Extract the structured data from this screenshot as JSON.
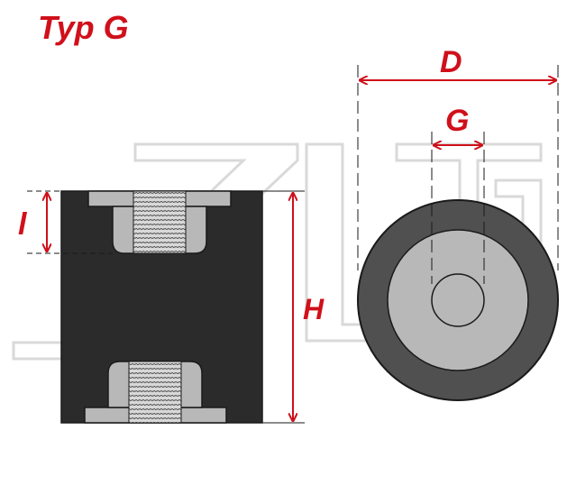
{
  "title": "Typ G",
  "labels": {
    "l": "l",
    "h": "H",
    "d": "D",
    "g": "G"
  },
  "colors": {
    "accent": "#d0101a",
    "rubber": "#2b2b2b",
    "metal": "#b8b8b8",
    "outline": "#1a1a1a",
    "watermark": "#d9d9d9"
  }
}
